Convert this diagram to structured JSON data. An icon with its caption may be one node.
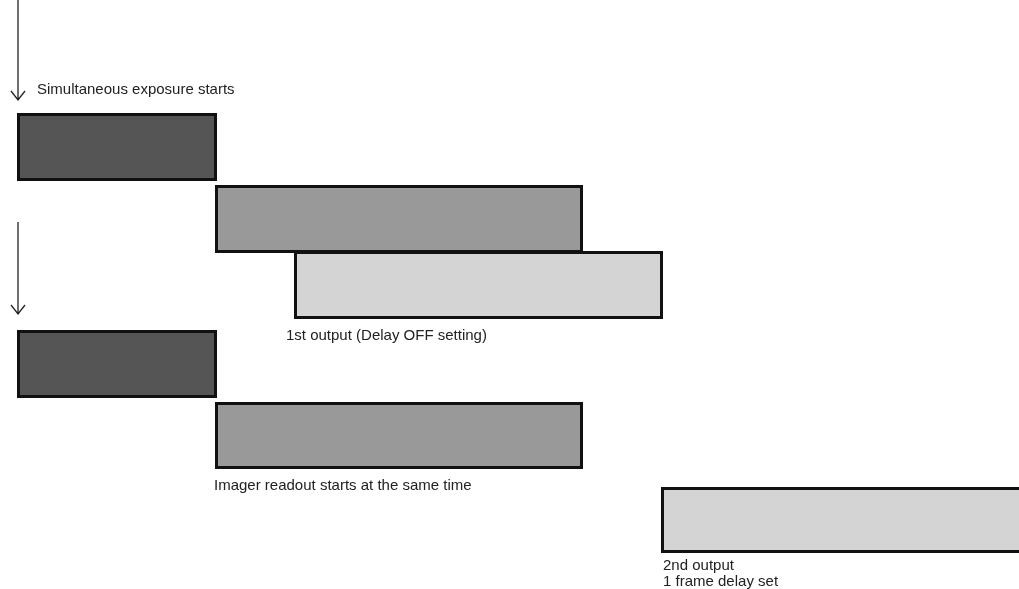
{
  "diagram": {
    "nodes": [
      {
        "text": [],
        "shape": "bar"
      },
      {
        "text": [],
        "shape": "bar"
      },
      {
        "text": [],
        "shape": "bar",
        "beside": [
          "1st output (Delay OFF setting)"
        ]
      },
      {
        "text": [],
        "shape": "bar"
      },
      {
        "text": [],
        "shape": "bar",
        "beside": [
          "Imager readout starts at the same time"
        ]
      },
      {
        "text": [],
        "shape": "bar",
        "beside": [
          "2nd output",
          "1 frame delay set"
        ]
      }
    ],
    "labels": [
      "Simultaneous exposure starts"
    ]
  }
}
